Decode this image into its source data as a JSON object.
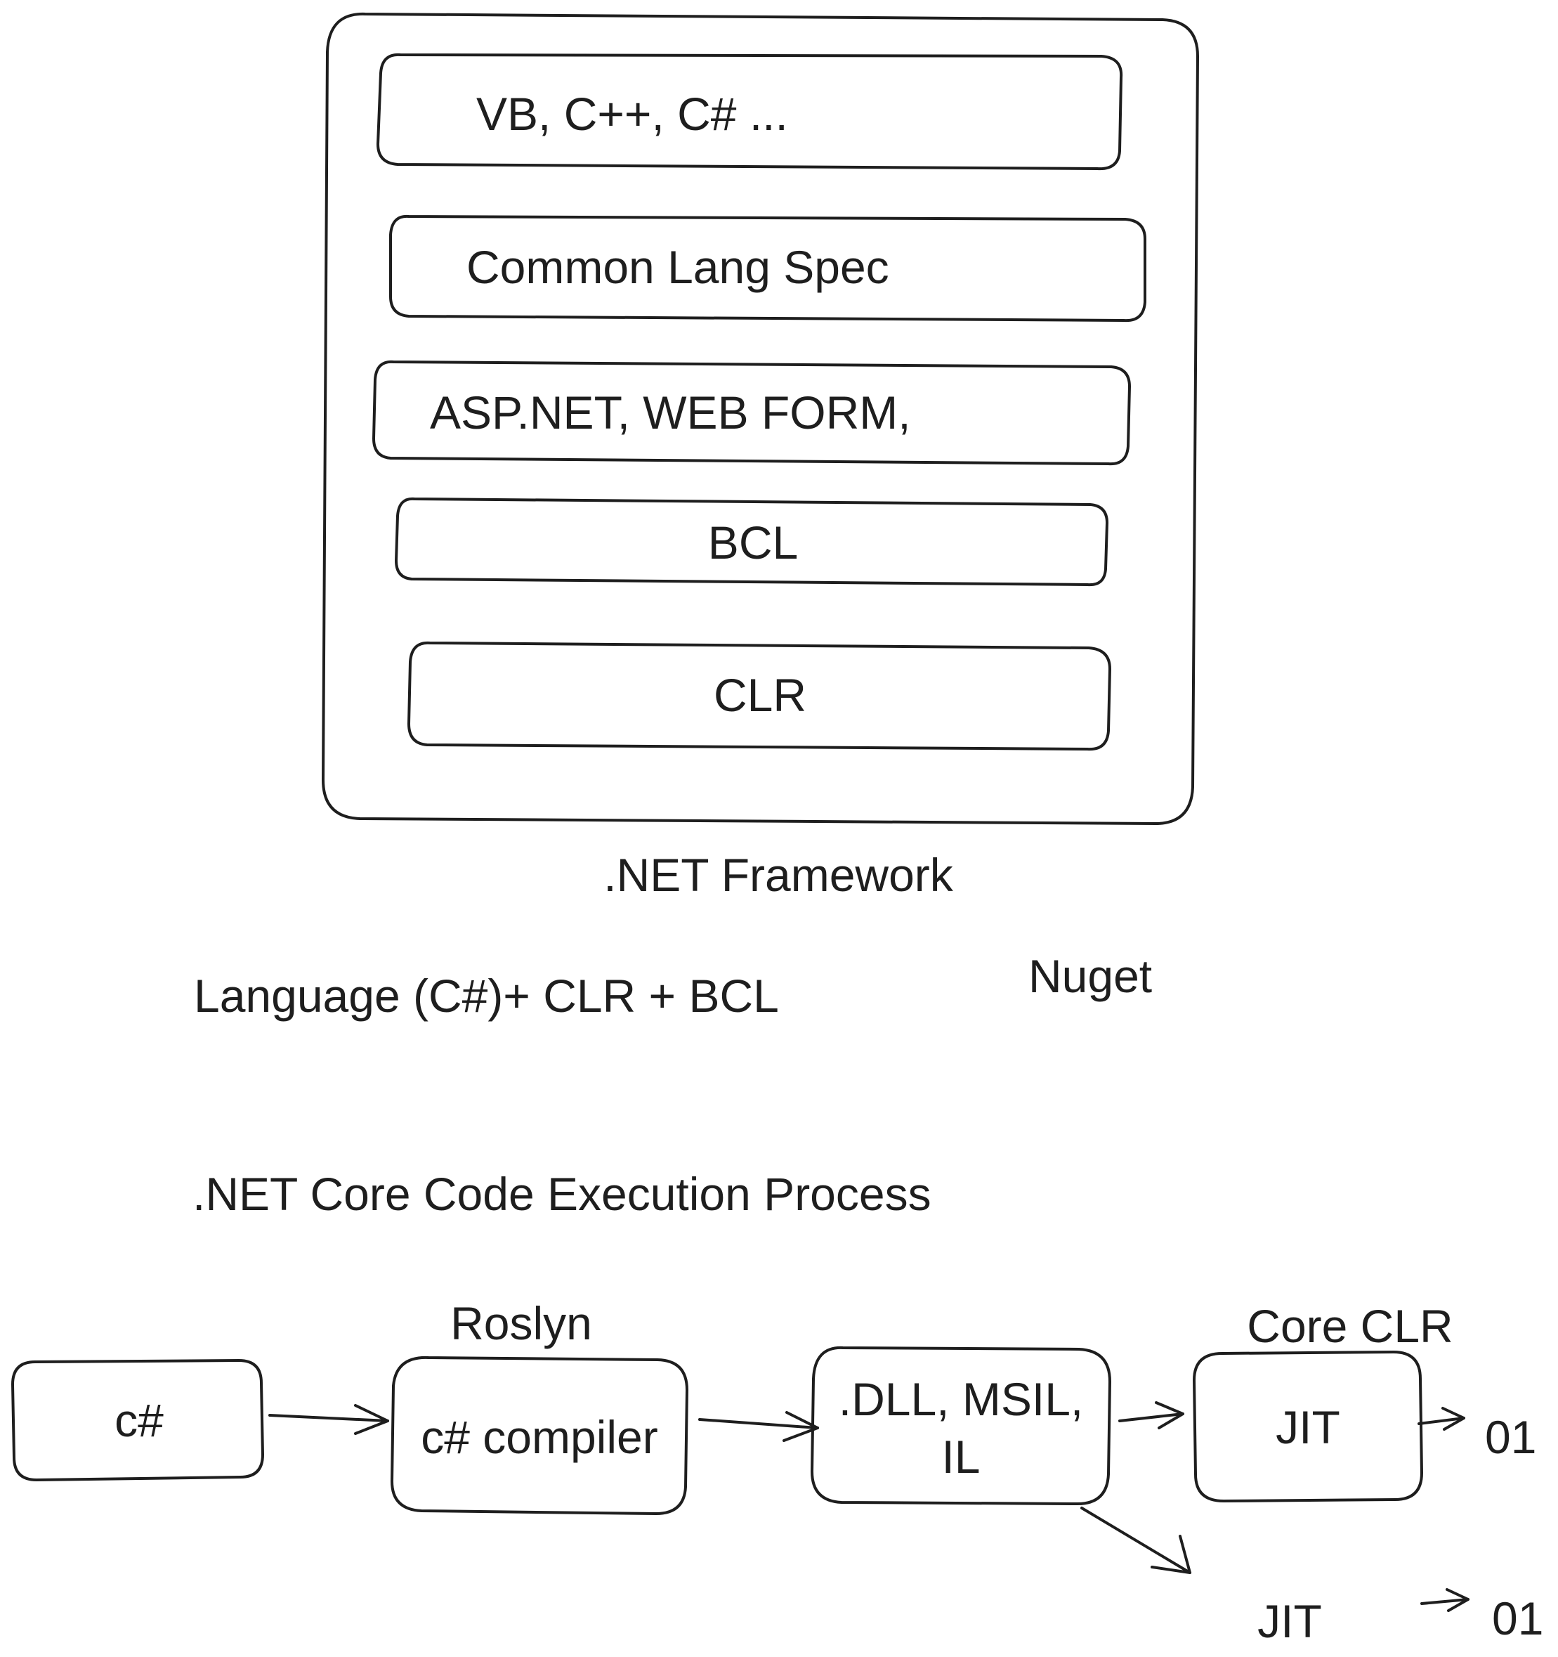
{
  "framework": {
    "layers": [
      {
        "label": "VB, C++, C# ..."
      },
      {
        "label": "Common Lang Spec"
      },
      {
        "label": "ASP.NET, WEB FORM,"
      },
      {
        "label": "BCL"
      },
      {
        "label": "CLR"
      }
    ],
    "caption": ".NET Framework"
  },
  "notes": {
    "formula": "Language (C#)+ CLR + BCL",
    "nuget": "Nuget",
    "process_title": ".NET Core Code Execution Process"
  },
  "flow": {
    "roslyn_label": "Roslyn",
    "core_clr_label": "Core CLR",
    "nodes": {
      "source": "c#",
      "compiler": "c# compiler",
      "il_line1": ".DLL, MSIL,",
      "il_line2": "IL",
      "jit": "JIT"
    },
    "output_1": "01",
    "jit_alt": "JIT",
    "output_2": "01"
  }
}
